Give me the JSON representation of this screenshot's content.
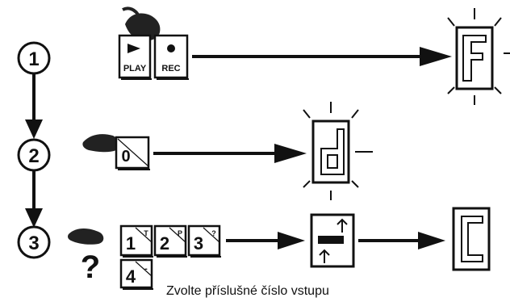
{
  "steps": [
    "1",
    "2",
    "3"
  ],
  "keys": {
    "play": "PLAY",
    "rec": "REC",
    "zero": "0",
    "one": "1",
    "two": "2",
    "three": "3",
    "four": "4",
    "sup_one": "T",
    "sup_two": "P",
    "sup_three": "?",
    "sup_four": "-"
  },
  "displays": {
    "step1": "F",
    "step2": "d",
    "step3": "C"
  },
  "question_mark": "?",
  "caption": "Zvolte příslušné číslo vstupu"
}
